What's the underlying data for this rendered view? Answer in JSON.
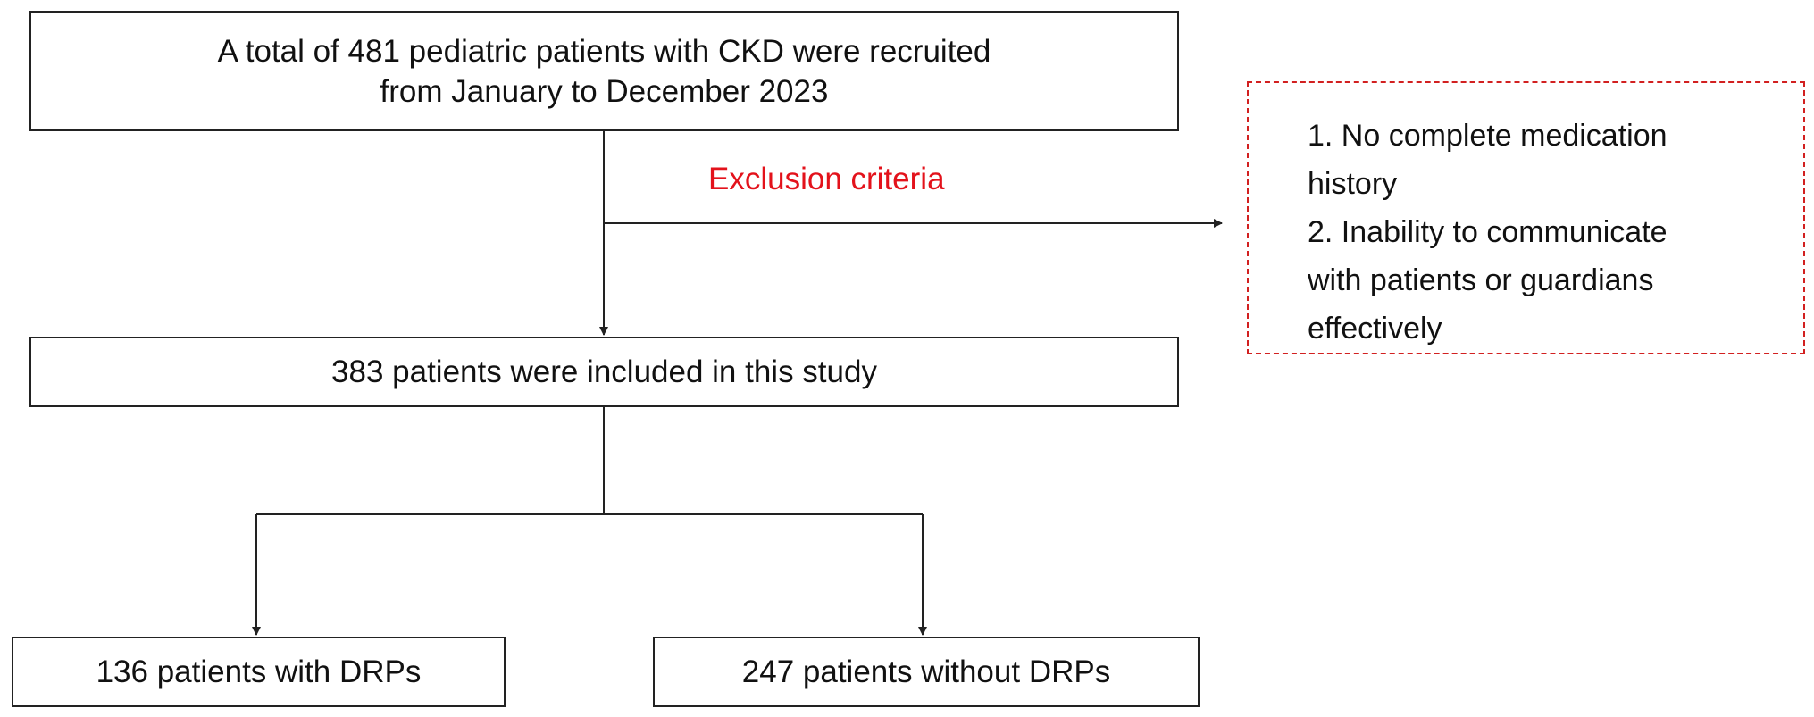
{
  "flowchart": {
    "recruited_box": {
      "line1": "A total of 481 pediatric patients with CKD were recruited",
      "line2": "from January to December 2023"
    },
    "exclusion": {
      "label": "Exclusion criteria",
      "items": [
        "1. No complete medication",
        "history",
        "2. Inability to communicate",
        "with patients or guardians",
        "effectively"
      ]
    },
    "included_box": {
      "text": "383 patients were included in this study"
    },
    "with_drps_box": {
      "text": "136 patients with DRPs"
    },
    "without_drps_box": {
      "text": "247 patients without DRPs"
    }
  },
  "colors": {
    "line": "#222222",
    "exclusion_border": "#d22020",
    "exclusion_label": "#e3121b"
  }
}
